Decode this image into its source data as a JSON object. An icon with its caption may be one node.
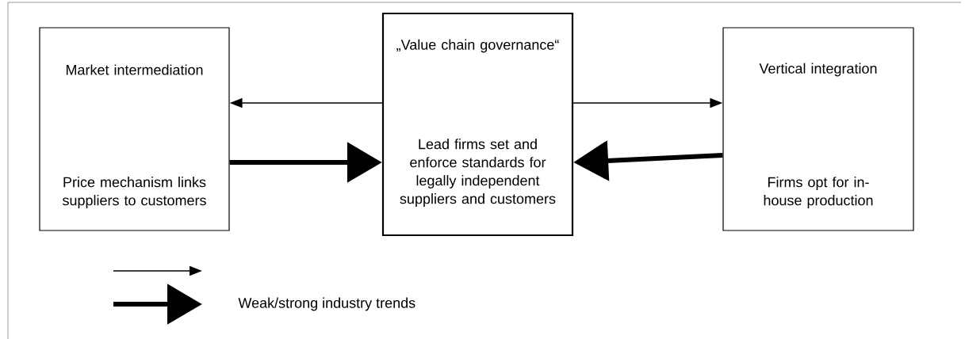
{
  "diagram": {
    "nodes": [
      {
        "text": [
          "Market intermediation",
          "Price mechanism links suppliers to customers"
        ]
      },
      {
        "text": [
          "„Value chain governance“",
          "Lead firms set and enforce standards for legally independent suppliers and customers"
        ]
      },
      {
        "text": [
          "Vertical integration",
          "Firms opt for in-house production"
        ]
      }
    ],
    "edges": [
      {
        "from": 1,
        "to": 0,
        "arrow": "to"
      },
      {
        "from": 0,
        "to": 1,
        "arrow": "to",
        "style": "thick"
      },
      {
        "from": 1,
        "to": 2,
        "arrow": "to"
      },
      {
        "from": 2,
        "to": 1,
        "arrow": "to",
        "style": "thick"
      }
    ],
    "legend": [
      {
        "text": "Weak/strong industry trends"
      }
    ]
  }
}
